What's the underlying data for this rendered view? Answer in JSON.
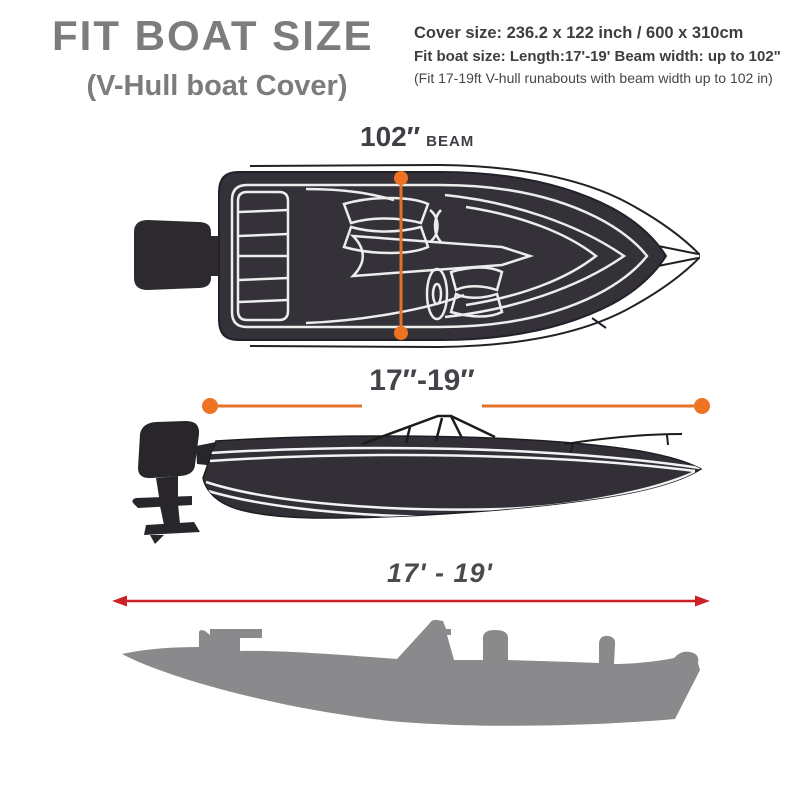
{
  "header": {
    "title": "FIT BOAT SIZE",
    "subtitle": "(V-Hull boat Cover)",
    "specs": {
      "cover_size": "Cover size: 236.2 x 122 inch / 600 x 310cm",
      "fit_boat_size": "Fit boat size: Length:17'-19' Beam width: up to 102\"",
      "fit_note": "(Fit 17-19ft V-hull runabouts with beam width up to 102 in)"
    }
  },
  "diagram": {
    "top_view": {
      "beam_value": "102″",
      "beam_unit_label": "BEAM",
      "view_name": "top view of v-hull runabout with cover"
    },
    "side_view": {
      "length_label": "17″-19″",
      "view_name": "side view of v-hull runabout with cover"
    },
    "silhouette": {
      "length_label": "17' - 19'",
      "view_name": "gray bass boat silhouette"
    }
  },
  "colors": {
    "title_gray": "#7c7b7d",
    "spec_text": "#3e3d40",
    "boat_dark": "#343238",
    "boat_outline": "#232127",
    "detail_white": "#ededed",
    "accent_orange": "#ef7222",
    "dimension_line_orange": "#e0722a",
    "arrow_red": "#cd2127",
    "silhouette_gray": "#8a898b",
    "dimension_text": "#46444a"
  }
}
